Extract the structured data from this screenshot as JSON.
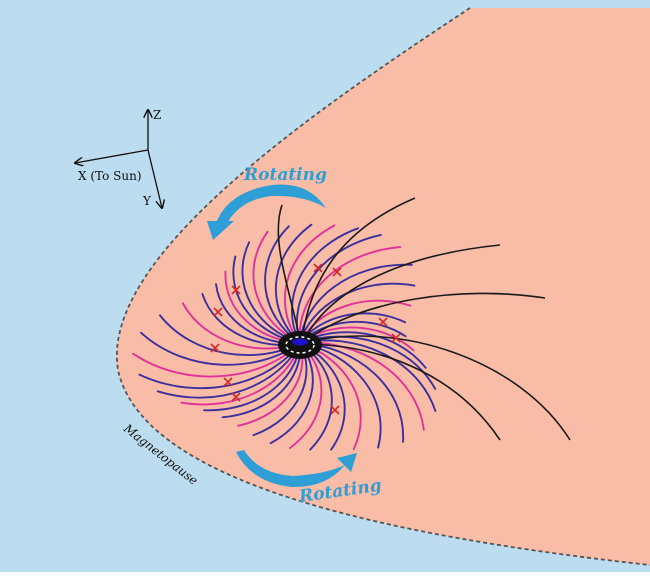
{
  "labels": {
    "axis_z": "Z",
    "axis_x": "X (To Sun)",
    "axis_y": "Y",
    "rotating_top": "Rotating",
    "rotating_bottom": "Rotating",
    "magnetopause": "Magnetopause"
  },
  "colors": {
    "solar_wind_background": "#bcdcef",
    "magnetosphere_fill": "#f8bca7",
    "magnetopause_line": "#555555",
    "rotation_arrow": "#2e9fd6",
    "field_line_blue": "#3c2f9e",
    "field_line_magenta": "#e0339a",
    "open_field_line": "#1a1a1a",
    "reconnection_x": "#d42a2a",
    "planet": "#111111"
  }
}
